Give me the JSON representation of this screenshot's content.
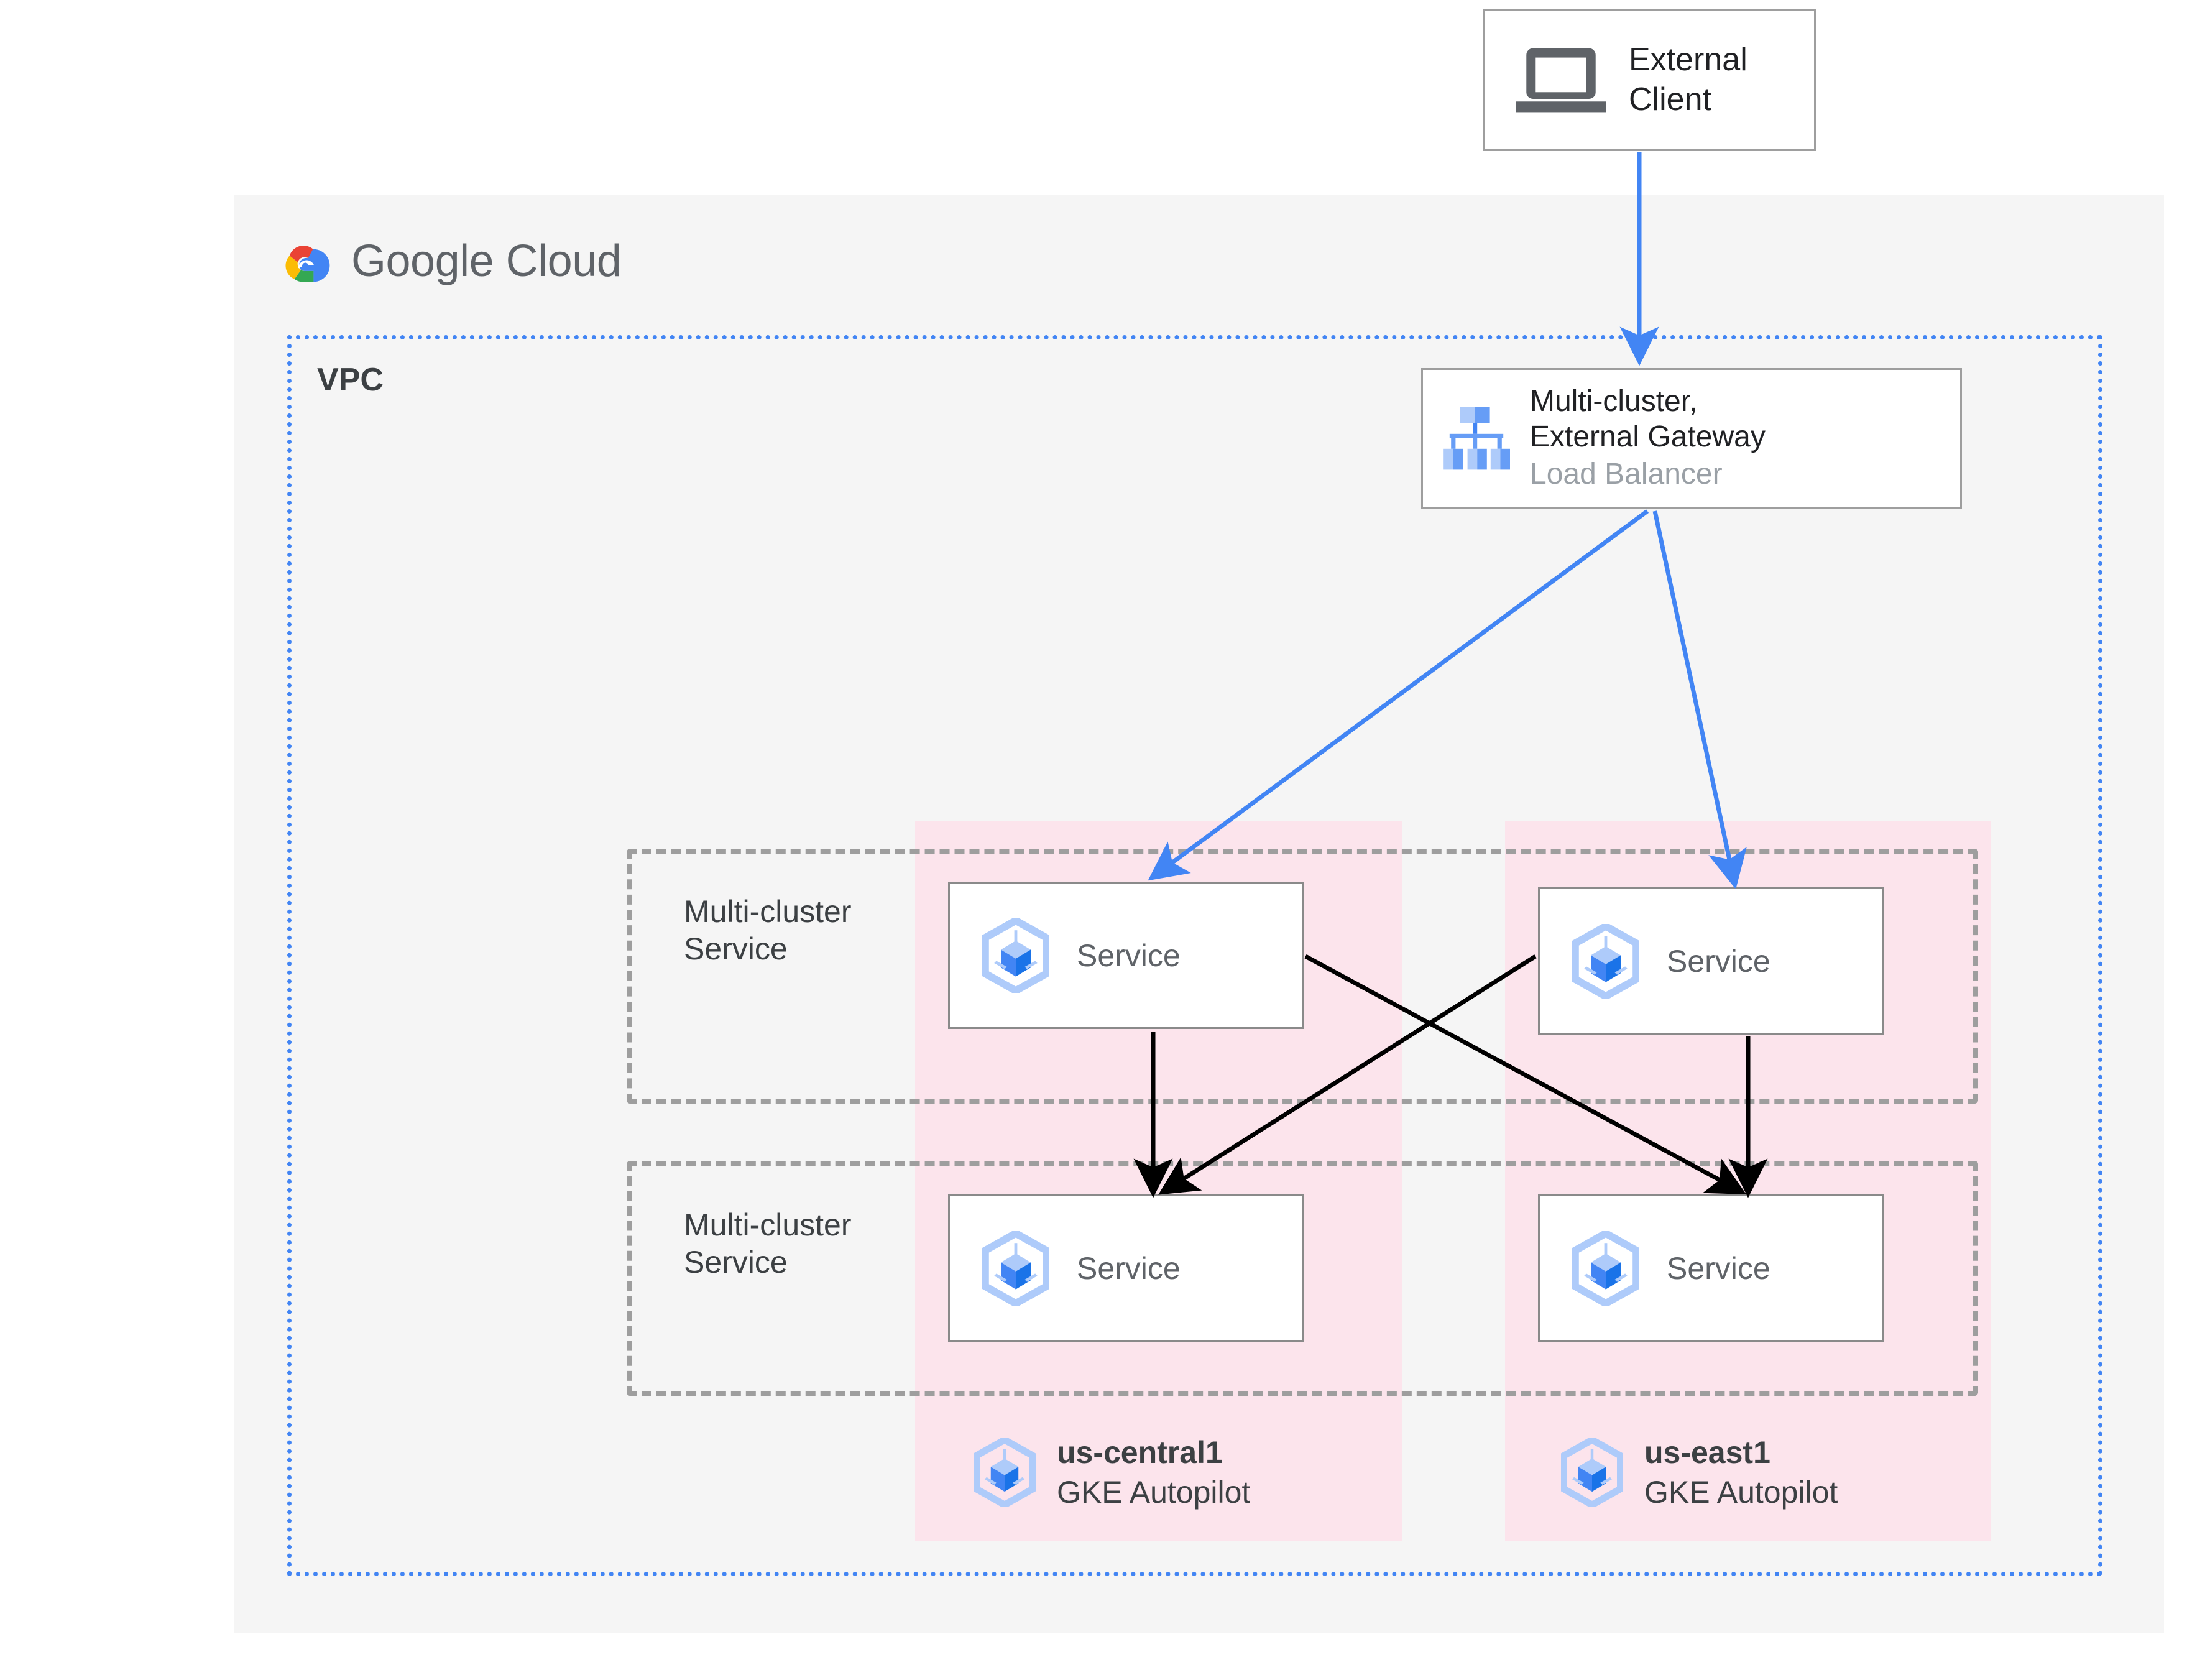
{
  "external_client": {
    "icon": "laptop-icon",
    "label": "External\nClient"
  },
  "google_cloud": {
    "logo_icon": "google-cloud-logo-icon",
    "wordmark": "Google Cloud"
  },
  "vpc": {
    "label": "VPC",
    "border_color": "#4285F4"
  },
  "load_balancer": {
    "icon": "load-balancer-icon",
    "title": "Multi-cluster,\nExternal Gateway",
    "subtitle": "Load Balancer"
  },
  "multi_cluster_service_groups": [
    {
      "label": "Multi-cluster\nService"
    },
    {
      "label": "Multi-cluster\nService"
    }
  ],
  "services": [
    {
      "icon": "gke-service-icon",
      "label": "Service"
    },
    {
      "icon": "gke-service-icon",
      "label": "Service"
    },
    {
      "icon": "gke-service-icon",
      "label": "Service"
    },
    {
      "icon": "gke-service-icon",
      "label": "Service"
    }
  ],
  "clusters": [
    {
      "icon": "gke-service-icon",
      "region": "us-central1",
      "mode": "GKE Autopilot",
      "band_color": "#FCE4EC"
    },
    {
      "icon": "gke-service-icon",
      "region": "us-east1",
      "mode": "GKE Autopilot",
      "band_color": "#FCE4EC"
    }
  ],
  "colors": {
    "panel_background": "#F5F5F5",
    "blue_arrow": "#4285F4",
    "black_arrow": "#000000",
    "dashed_gray": "#9E9E9E",
    "cluster_pink": "#FCE4EC",
    "muted_text": "#9AA0A6"
  },
  "connections": [
    {
      "from": "external-client",
      "to": "load-balancer",
      "color": "#4285F4"
    },
    {
      "from": "load-balancer",
      "to": "service-top-left",
      "color": "#4285F4"
    },
    {
      "from": "load-balancer",
      "to": "service-top-right",
      "color": "#4285F4"
    },
    {
      "from": "service-top-left",
      "to": "service-bottom-left",
      "color": "#000000"
    },
    {
      "from": "service-top-left",
      "to": "service-bottom-right",
      "color": "#000000"
    },
    {
      "from": "service-top-right",
      "to": "service-bottom-right",
      "color": "#000000"
    },
    {
      "from": "service-top-right",
      "to": "service-bottom-left",
      "color": "#000000"
    }
  ]
}
